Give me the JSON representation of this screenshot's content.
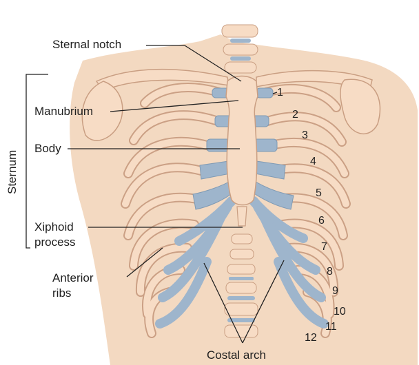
{
  "labels": {
    "sternal_notch": "Sternal notch",
    "manubrium": "Manubrium",
    "body": "Body",
    "xiphoid_1": "Xiphoid",
    "xiphoid_2": "process",
    "anterior_1": "Anterior",
    "anterior_2": "ribs",
    "costal_arch": "Costal arch",
    "sternum": "Sternum"
  },
  "rib_numbers": [
    "1",
    "2",
    "3",
    "4",
    "5",
    "6",
    "7",
    "8",
    "9",
    "10",
    "11",
    "12"
  ],
  "colors": {
    "skin": "#f3d9c1",
    "bone": "#f7dcc5",
    "bone_outline": "#c99e82",
    "cartilage": "#9eb5cc",
    "cartilage_dark": "#7f9ab4",
    "leader": "#222222"
  }
}
